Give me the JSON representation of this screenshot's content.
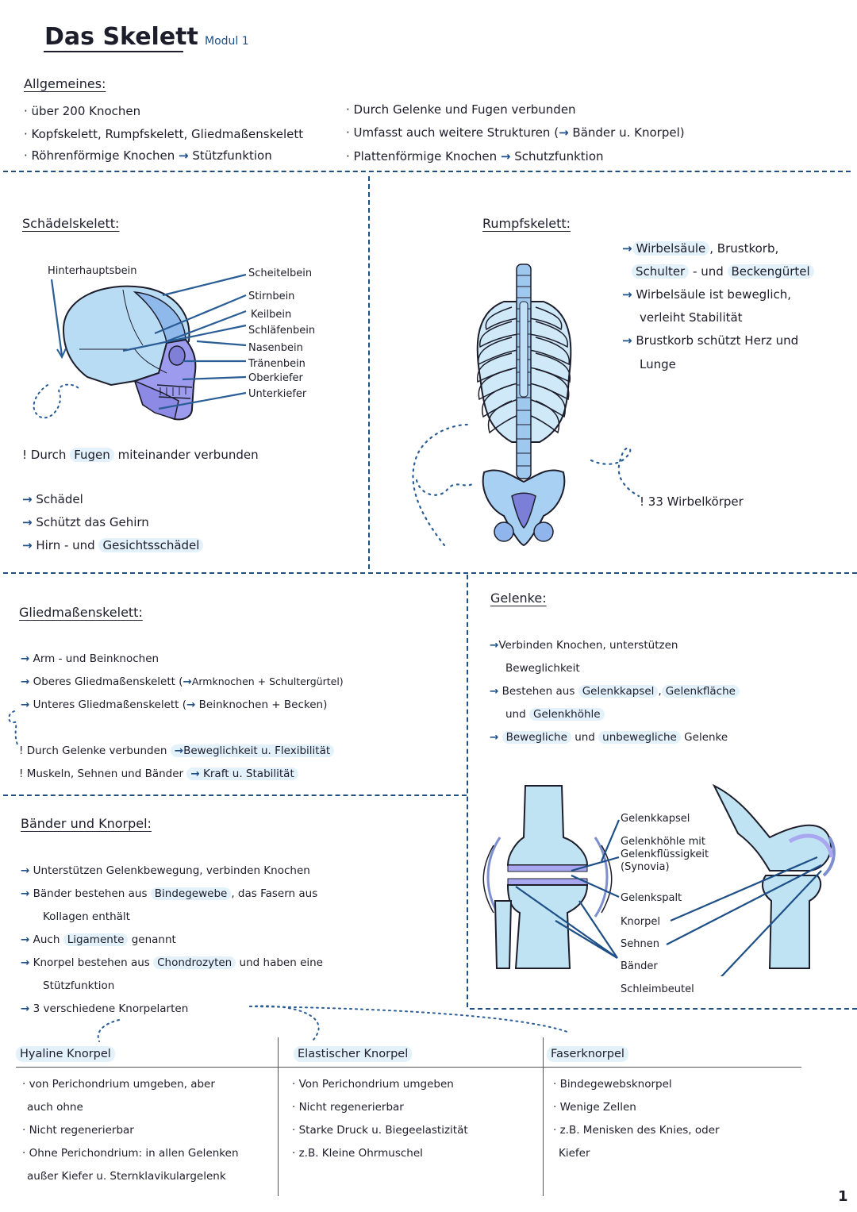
{
  "title": "Das Skelett",
  "module": "Modul 1",
  "page_number": "1",
  "allgemeines": {
    "heading": "Allgemeines:",
    "left": [
      "· über 200 Knochen",
      "· Kopfskelett, Rumpfskelett, Gliedmaßenskelett",
      "· Röhrenförmige Knochen",
      "Stützfunktion"
    ],
    "right": [
      "· Durch Gelenke und Fugen verbunden",
      "· Umfasst auch weitere Strukturen (",
      "Bänder u. Knorpel)",
      "· Plattenförmige Knochen",
      "Schutzfunktion"
    ]
  },
  "schaedel": {
    "heading": "Schädelskelett:",
    "label_left": "Hinterhauptsbein",
    "labels_right": [
      "Scheitelbein",
      "Stirnbein",
      "Keilbein",
      "Schläfenbein",
      "Nasenbein",
      "Tränenbein",
      "Oberkiefer",
      "Unterkiefer"
    ],
    "note_pre": "! Durch",
    "note_hl": "Fugen",
    "note_post": "miteinander verbunden",
    "bullets": [
      "Schädel",
      "Schützt das Gehirn",
      "Hirn - und"
    ],
    "bullet3_hl": "Gesichtsschädel"
  },
  "rumpf": {
    "heading": "Rumpfskelett:",
    "l1a": "Wirbelsäule",
    "l1b": ", Brustkorb,",
    "l2a": "Schulter",
    "l2b": "- und",
    "l2c": "Beckengürtel",
    "l3": "Wirbelsäule ist beweglich,",
    "l4": "verleiht Stabilität",
    "l5": "Brustkorb schützt Herz und",
    "l6": "Lunge",
    "note": "! 33 Wirbelkörper"
  },
  "glied": {
    "heading": "Gliedmaßenskelett:",
    "b1": "Arm - und Beinknochen",
    "b2": "Oberes Gliedmaßenskelett (",
    "b2b": "Armknochen + Schultergürtel)",
    "b3": "Unteres Gliedmaßenskelett (",
    "b3b": "Beinknochen + Becken)",
    "n1": "! Durch Gelenke verbunden",
    "n1b": "Beweglichkeit u. Flexibilität",
    "n2": "! Muskeln, Sehnen und Bänder",
    "n2b": "Kraft u. Stabilität"
  },
  "gelenke": {
    "heading": "Gelenke:",
    "b1": "Verbinden Knochen, unterstützen",
    "b1b": "Beweglichkeit",
    "b2": "Bestehen aus",
    "b2a": "Gelenkkapsel",
    "b2sep": ",",
    "b2b": "Gelenkfläche",
    "b2c": "und",
    "b2d": "Gelenkhöhle",
    "b3a": "Bewegliche",
    "b3b": "und",
    "b3c": "unbewegliche",
    "b3d": "Gelenke",
    "labels": [
      "Gelenkkapsel",
      "Gelenkhöhle mit",
      "Gelenkflüssigkeit",
      "(Synovia)",
      "Gelenkspalt",
      "Knorpel",
      "Sehnen",
      "Bänder",
      "Schleimbeutel"
    ]
  },
  "baender": {
    "heading": "Bänder und Knorpel:",
    "b1": "Unterstützen Gelenkbewegung, verbinden Knochen",
    "b2a": "Bänder bestehen aus",
    "b2hl": "Bindegewebe",
    "b2b": ", das Fasern aus",
    "b2c": "Kollagen enthält",
    "b3a": "Auch",
    "b3hl": "Ligamente",
    "b3b": "genannt",
    "b4a": "Knorpel bestehen aus",
    "b4hl": "Chondrozyten",
    "b4b": "und haben eine",
    "b4c": "Stützfunktion",
    "b5": "3 verschiedene Knorpelarten"
  },
  "table": {
    "columns": [
      {
        "title": "Hyaline Knorpel",
        "rows": [
          "· von Perichondrium umgeben, aber",
          "auch ohne",
          "· Nicht regenerierbar",
          "· Ohne Perichondrium: in allen Gelenken",
          "außer Kiefer u. Sternklavikulargelenk"
        ]
      },
      {
        "title": "Elastischer Knorpel",
        "rows": [
          "· Von Perichondrium umgeben",
          "· Nicht regenerierbar",
          "· Starke Druck u. Biegeelastizität",
          "· z.B. Kleine Ohrmuschel"
        ]
      },
      {
        "title": "Faserknorpel",
        "rows": [
          "· Bindegewebsknorpel",
          "· Wenige Zellen",
          "· z.B. Menisken des Knies, oder",
          "Kiefer"
        ]
      }
    ]
  },
  "colors": {
    "accent": "#1e4f86",
    "highlight": "#e3f1fb",
    "bone": "#bfe3f3",
    "skull_blue": "#8fc0ec",
    "skull_purple": "#9a9aec"
  }
}
